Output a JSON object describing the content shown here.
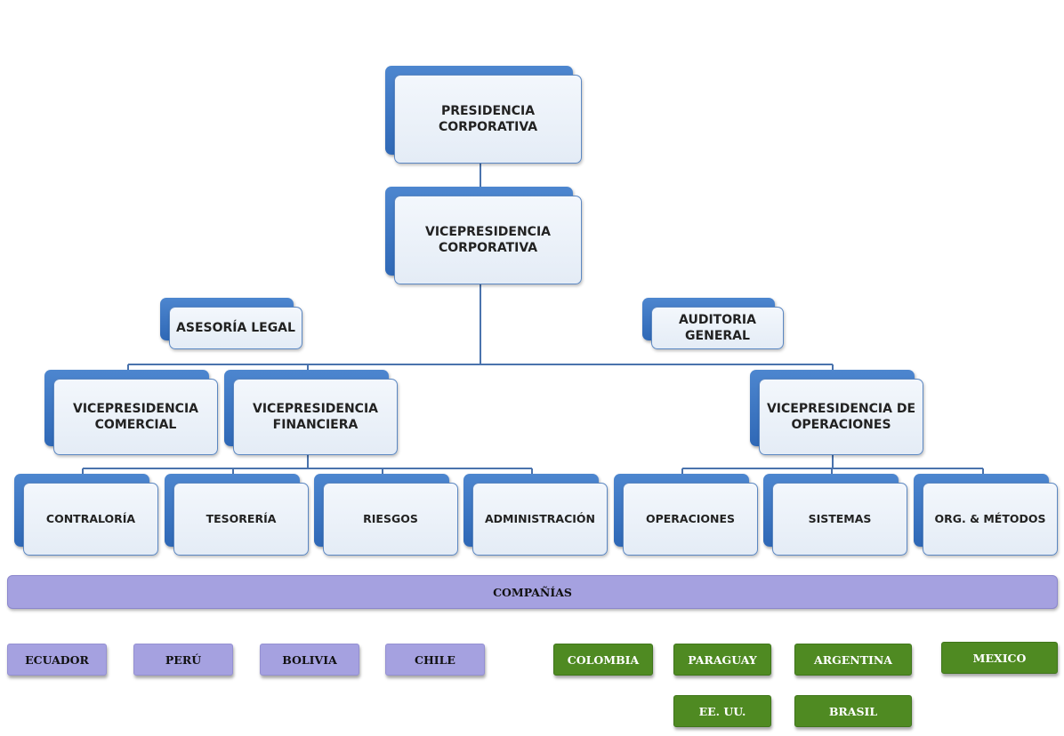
{
  "org_chart": {
    "presidencia": "PRESIDENCIA\nCORPORATIVA",
    "vicepresidencia": "VICEPRESIDENCIA\nCORPORATIVA",
    "asesoria": "ASESORÍA LEGAL",
    "auditoria": "AUDITORIA\nGENERAL",
    "vp_comercial": "VICEPRESIDENCIA\nCOMERCIAL",
    "vp_financiera": "VICEPRESIDENCIA\nFINANCIERA",
    "vp_operaciones": "VICEPRESIDENCIA DE\nOPERACIONES",
    "departments": [
      "CONTRALORÍA",
      "TESORERÍA",
      "RIESGOS",
      "ADMINISTRACIÓN",
      "OPERACIONES",
      "SISTEMAS",
      "ORG. & MÉTODOS"
    ]
  },
  "companies": {
    "title": "COMPAÑÍAS",
    "purple": [
      "ECUADOR",
      "PERÚ",
      "BOLIVIA",
      "CHILE"
    ],
    "green": [
      "COLOMBIA",
      "PARAGUAY",
      "ARGENTINA",
      "MEXICO",
      "EE. UU.",
      "BRASIL"
    ]
  },
  "colors": {
    "box_back": "#3a74c2",
    "box_front": "#eaf0f8",
    "connector": "#4a73ad",
    "companies_bar": "#a5a1e0",
    "country_purple": "#a5a1e0",
    "country_green": "#4f8a22"
  }
}
